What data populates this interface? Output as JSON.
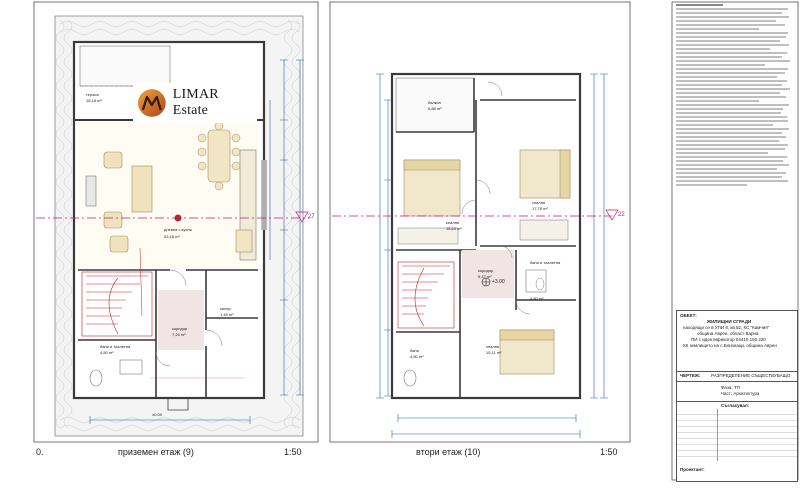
{
  "sheet": {
    "scale_left": "1:50",
    "scale_right": "1:50",
    "left_plan_title": "приземен етаж (9)",
    "right_plan_title": "втори етаж (10)",
    "left_corner_label": "0."
  },
  "logo": {
    "text": "LIMAR Estate",
    "accent_color": "#c9651e"
  },
  "rooms_ground": [
    {
      "name": "тераса",
      "area": "18,18 m²"
    },
    {
      "name": "дневна с кухня",
      "area": "63,18 m²"
    },
    {
      "name": "коридор",
      "area": "7,26 m²"
    },
    {
      "name": "баня и тоалетна",
      "area": "4,80 m²"
    },
    {
      "name": "килер",
      "area": "1,45 m²"
    }
  ],
  "rooms_upper": [
    {
      "name": "балкон",
      "area": "6,88 m²"
    },
    {
      "name": "спалня",
      "area": "18,63 m²"
    },
    {
      "name": "спалня",
      "area": "17,78 m²"
    },
    {
      "name": "коридор",
      "area": "5,47 m²"
    },
    {
      "name": "баня и тоалетна",
      "area": "4,80 m²"
    },
    {
      "name": "баня",
      "area": "4,80 m²"
    },
    {
      "name": "спалня",
      "area": "15,11 m²"
    }
  ],
  "levels": {
    "ground_mark": "±0.00",
    "upper_mark": "+3.00"
  },
  "section_marks": {
    "left": "27",
    "right": "22"
  },
  "project_box": {
    "heading": "ОБЕКТ:",
    "lines": [
      "ЖИЛИЩНИ СГРАДИ",
      "находящи се в УПИ 8, кв.52, КС \"Камчия\"",
      "община Аврен, област Варна",
      "ПИ с идентификатор 04410.150.220",
      "КК землището на с.Близнаци, община Аврен"
    ]
  },
  "title_block": {
    "drawing_label": "ЧЕРТЕЖ:",
    "drawing_name": "РАЗПРЕДЕЛЕНИЕ СЪЩЕСТВУВАЩО",
    "phase": "Фаза: ТП",
    "part": "Част: Архитектура",
    "approvals_heading": "Съгласувал:",
    "designer_label": "Проектант:"
  },
  "colors": {
    "wall": "#3a3a3a",
    "dimension": "#2f5fa8",
    "section_line": "#c2187a",
    "furniture": "#c9a85a",
    "tile_pattern": "#9a9a9a",
    "stairs": "#b9262b"
  }
}
